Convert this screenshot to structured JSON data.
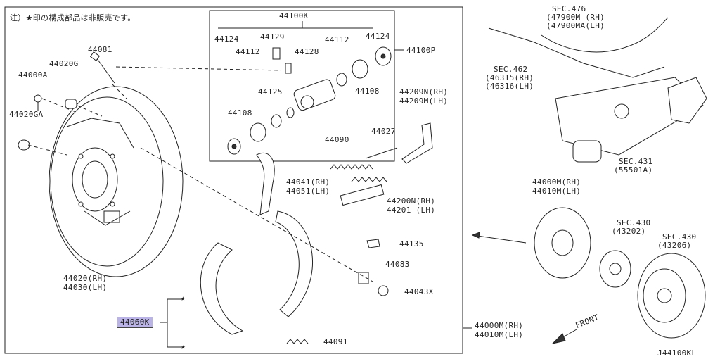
{
  "note": "注）★印の構成部品は非販売です。",
  "diagram_id": "J44100KL",
  "labels": {
    "p44100K": "44100K",
    "p44100P": "44100P",
    "p44124a": "44124",
    "p44124b": "44124",
    "p44129": "44129",
    "p44112a": "44112",
    "p44112b": "44112",
    "p44128": "44128",
    "p44125": "44125",
    "p44108a": "44108",
    "p44108b": "44108",
    "p44081": "44081",
    "p44020G": "44020G",
    "p44000A": "44000A",
    "p44020GA": "44020GA",
    "p44020": "44020(RH)",
    "p44030": "44030(LH)",
    "p44209N": "44209N(RH)",
    "p44209M": "44209M(LH)",
    "p44027": "44027",
    "p44090": "44090",
    "p44041": "44041(RH)",
    "p44051": "44051(LH)",
    "p44200N": "44200N(RH)",
    "p44201": "44201  (LH)",
    "p44135": "44135",
    "p44083": "44083",
    "p44043X": "44043X",
    "p44060K": "44060K",
    "p44091": "44091",
    "p44000M_a": "44000M(RH)",
    "p44010M_a": "44010M(LH)",
    "p44000M_b": "44000M(RH)",
    "p44010M_b": "44010M(LH)",
    "sec476": "SEC.476",
    "p47900M": "(47900M (RH)",
    "p47900MA": "(47900MA(LH)",
    "sec462": "SEC.462",
    "p46315": "(46315(RH)",
    "p46316": "(46316(LH)",
    "sec431": "SEC.431",
    "p55501A": "(55501A)",
    "sec430a": "SEC.430",
    "p43202": "(43202)",
    "sec430b": "SEC.430",
    "p43206": "(43206)",
    "front": "FRONT",
    "star1": "★",
    "star2": "★"
  },
  "colors": {
    "highlight": "#b9b3e6",
    "line": "#222222"
  }
}
